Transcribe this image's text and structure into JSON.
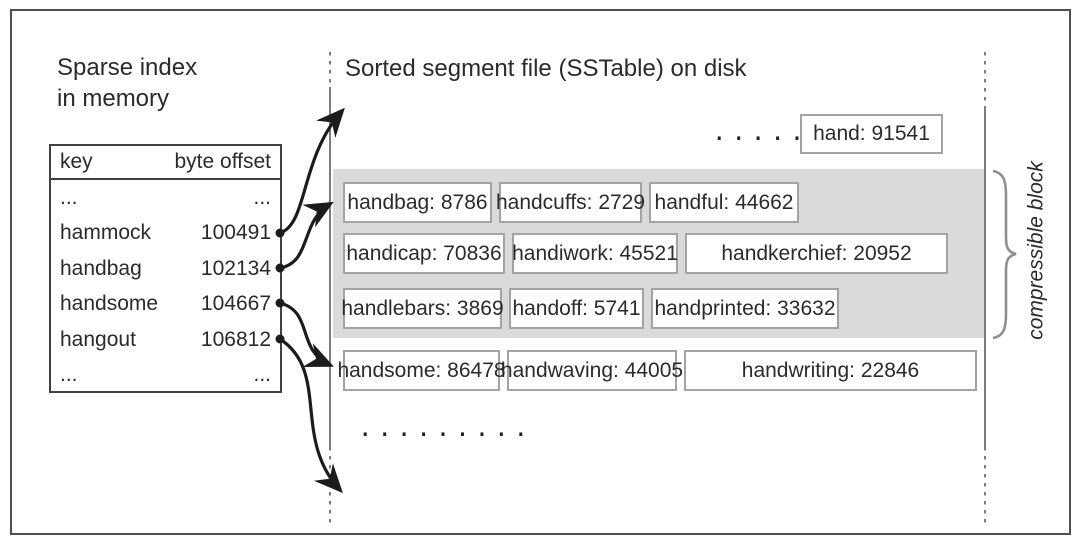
{
  "left_panel": {
    "title_line1": "Sparse index",
    "title_line2": "in memory",
    "index_table": {
      "headers": {
        "key": "key",
        "offset": "byte offset"
      },
      "rows": [
        {
          "key": "...",
          "offset": "..."
        },
        {
          "key": "hammock",
          "offset": "100491"
        },
        {
          "key": "handbag",
          "offset": "102134"
        },
        {
          "key": "handsome",
          "offset": "104667"
        },
        {
          "key": "hangout",
          "offset": "106812"
        },
        {
          "key": "...",
          "offset": "..."
        }
      ]
    }
  },
  "sstable": {
    "title": "Sorted segment file (SSTable) on disk",
    "top_dots": ".........",
    "top_box": "hand: 91541",
    "block_rows": [
      [
        "handbag: 8786",
        "handcuffs: 2729",
        "handful: 44662"
      ],
      [
        "handicap: 70836",
        "handiwork: 45521",
        "handkerchief: 20952"
      ],
      [
        "handlebars: 3869",
        "handoff: 5741",
        "handprinted: 33632"
      ]
    ],
    "row_after_block": [
      "handsome: 86478",
      "handwaving: 44005",
      "handwriting: 22846"
    ],
    "bottom_dots": "........."
  },
  "annotations": {
    "brace_label": "compressible block"
  },
  "colors": {
    "frame_border": "#4f4f4f",
    "table_border": "#414141",
    "box_border": "#a3a3a3",
    "gray_block": "#dadada",
    "segment_line": "#7d7d7d",
    "arrow": "#1c1c1c",
    "brace": "#8f8f8f",
    "text": "#2b2b2b"
  }
}
